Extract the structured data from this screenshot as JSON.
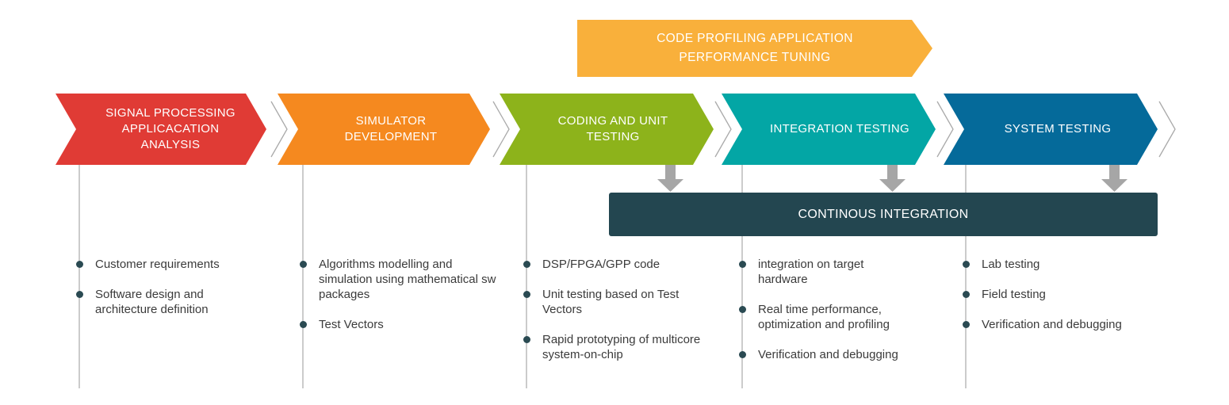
{
  "banner": {
    "line1": "CODE PROFILING APPLICATION",
    "line2": "PERFORMANCE TUNING",
    "color": "#f9b03b"
  },
  "stages": [
    {
      "lines": [
        "SIGNAL PROCESSING",
        "APPLICACATION",
        "ANALYSIS"
      ],
      "color": "#e03b35"
    },
    {
      "lines": [
        "SIMULATOR",
        "DEVELOPMENT"
      ],
      "color": "#f5891f"
    },
    {
      "lines": [
        "CODING AND UNIT",
        "TESTING"
      ],
      "color": "#8db31b"
    },
    {
      "lines": [
        "INTEGRATION TESTING"
      ],
      "color": "#03a6a5"
    },
    {
      "lines": [
        "SYSTEM TESTING"
      ],
      "color": "#056a9a"
    }
  ],
  "ci": {
    "label": "CONTINOUS INTEGRATION",
    "color": "#234650"
  },
  "arrow_color": "#a6a6a6",
  "lists": [
    [
      "Customer requirements",
      "Software design and architecture definition"
    ],
    [
      "Algorithms modelling and simulation using mathematical sw packages",
      "Test Vectors"
    ],
    [
      "DSP/FPGA/GPP code",
      "Unit testing based on Test Vectors",
      "Rapid prototyping of multicore system-on-chip"
    ],
    [
      "integration on target hardware",
      "Real time performance, optimization and profiling",
      "Verification and debugging"
    ],
    [
      "Lab testing",
      "Field testing",
      "Verification and debugging"
    ]
  ]
}
